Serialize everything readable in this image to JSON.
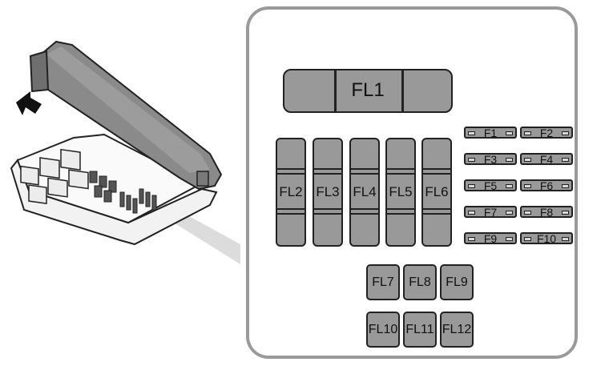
{
  "diagram": {
    "fl1_label": "FL1",
    "large_fuses": [
      "FL2",
      "FL3",
      "FL4",
      "FL5",
      "FL6"
    ],
    "mini_fuses": [
      "F1",
      "F2",
      "F3",
      "F4",
      "F5",
      "F6",
      "F7",
      "F8",
      "F9",
      "F10"
    ],
    "medium_fuses": [
      "FL7",
      "FL8",
      "FL9",
      "FL10",
      "FL11",
      "FL12"
    ]
  },
  "colors": {
    "fuse_fill": "#999999",
    "outline": "#222222",
    "panel_border": "#9a9a9a",
    "cover": "#8a8a8a"
  }
}
